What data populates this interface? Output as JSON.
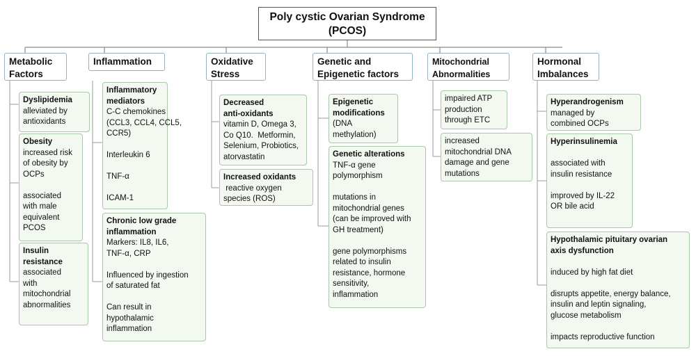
{
  "root": {
    "line1": "Poly cystic Ovarian Syndrome",
    "line2": "(PCOS)"
  },
  "categories": [
    {
      "line1": "Metabolic",
      "line2": "Factors"
    },
    {
      "line1": "Inflammation",
      "line2": ""
    },
    {
      "line1": "Oxidative",
      "line2": "Stress"
    },
    {
      "line1": "Genetic and",
      "line2": "Epigenetic factors"
    },
    {
      "line1": "Mitochondrial",
      "line2": "Abnormalities"
    },
    {
      "line1": "Hormonal",
      "line2": "Imbalances"
    }
  ],
  "metabolic": {
    "dys_h": "Dyslipidemia",
    "dys_1": "alleviated by",
    "dys_2": "antioxidants",
    "ob_h": "Obesity",
    "ob_1": "increased risk",
    "ob_2": "of obesity by",
    "ob_3": "OCPs",
    "ob_4": "associated",
    "ob_5": "with male",
    "ob_6": "equivalent",
    "ob_7": "PCOS",
    "ins_h1": "Insulin",
    "ins_h2": "resistance",
    "ins_1": "associated",
    "ins_2": "with",
    "ins_3": "mitochondrial",
    "ins_4": "abnormalities"
  },
  "inflammation": {
    "med_h1": "Inflammatory",
    "med_h2": "mediators",
    "med_1": "C-C chemokines",
    "med_2": "(CCL3, CCL4, CCL5,",
    "med_3": "CCR5)",
    "med_4": "Interleukin 6",
    "med_5": "TNF-α",
    "med_6": "ICAM-1",
    "chr_h1": "Chronic low grade",
    "chr_h2": "inflammation",
    "chr_1": "Markers: IL8, IL6,",
    "chr_2": "TNF-α, CRP",
    "chr_3": "Influenced by ingestion",
    "chr_4": "of saturated fat",
    "chr_5": "Can result in",
    "chr_6": "hypothalamic",
    "chr_7": "inflammation"
  },
  "oxidative": {
    "dec_h1": "Decreased",
    "dec_h2": "anti-oxidants",
    "dec_1": "vitamin D, Omega 3,",
    "dec_2": "Co Q10.  Metformin,",
    "dec_3": "Selenium, Probiotics,",
    "dec_4": "atorvastatin",
    "inc_h": "Increased oxidants",
    "inc_1": " reactive oxygen",
    "inc_2": "species (ROS)"
  },
  "genetic": {
    "epi_h1": "Epigenetic",
    "epi_h2": "modifications",
    "epi_1": "(DNA",
    "epi_2": "methylation)",
    "alt_h": "Genetic alterations",
    "alt_1": "TNF-α gene",
    "alt_2": "polymorphism",
    "alt_3": "mutations in",
    "alt_4": "mitochondrial genes",
    "alt_5": "(can be improved with",
    "alt_6": "GH treatment)",
    "alt_7": "gene polymorphisms",
    "alt_8": "related to insulin",
    "alt_9": "resistance, hormone",
    "alt_10": "sensitivity,",
    "alt_11": "inflammation"
  },
  "mitochondrial": {
    "atp_1": "impaired ATP",
    "atp_2": "production",
    "atp_3": "through ETC",
    "dna_1": "increased",
    "dna_2": "mitochondrial DNA",
    "dna_3": "damage and gene",
    "dna_4": "mutations"
  },
  "hormonal": {
    "and_h": "Hyperandrogenism",
    "and_1": "managed by",
    "and_2": "combined OCPs",
    "hin_h": "Hyperinsulinemia",
    "hin_1": "associated with",
    "hin_2": "insulin resistance",
    "hin_3": "improved by IL-22",
    "hin_4": "OR bile acid",
    "hpo_h1": "Hypothalamic pituitary ovarian",
    "hpo_h2": "axis dysfunction",
    "hpo_1": "induced by high fat diet",
    "hpo_2": "disrupts appetite, energy balance,",
    "hpo_3": "insulin and leptin signaling,",
    "hpo_4": "glucose metabolism",
    "hpo_5": "impacts reproductive function"
  }
}
